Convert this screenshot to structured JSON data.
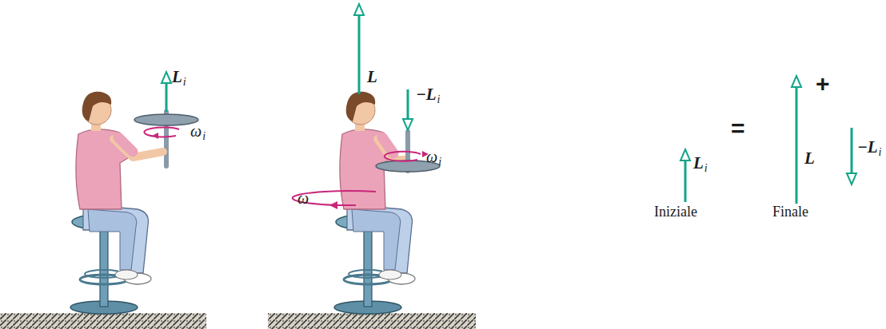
{
  "diagram": {
    "labels": [
      "L",
      "i",
      "ω",
      "i",
      "L",
      "−L",
      "i",
      "ω",
      "i",
      "ω",
      "L",
      "i",
      "=",
      "L",
      "+",
      "−L",
      "i",
      "Iniziale",
      "Finale"
    ]
  }
}
